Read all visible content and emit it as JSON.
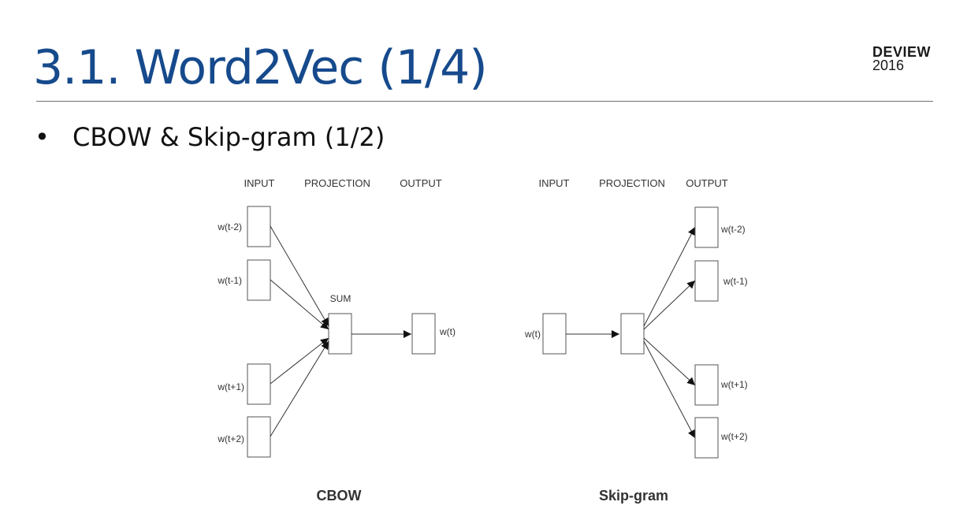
{
  "slide": {
    "title": "3.1. Word2Vec (1/4)",
    "logo_line1": "DEVIEW",
    "logo_line2": "2016",
    "bullet_marker": "•",
    "bullet_text": "CBOW & Skip-gram (1/2)"
  },
  "cbow": {
    "header_input": "INPUT",
    "header_projection": "PROJECTION",
    "header_output": "OUTPUT",
    "inputs": [
      "w(t-2)",
      "w(t-1)",
      "w(t+1)",
      "w(t+2)"
    ],
    "projection_label": "SUM",
    "output": "w(t)",
    "caption": "CBOW"
  },
  "skipgram": {
    "header_input": "INPUT",
    "header_projection": "PROJECTION",
    "header_output": "OUTPUT",
    "input": "w(t)",
    "outputs": [
      "w(t-2)",
      "w(t-1)",
      "w(t+1)",
      "w(t+2)"
    ],
    "caption": "Skip-gram"
  }
}
